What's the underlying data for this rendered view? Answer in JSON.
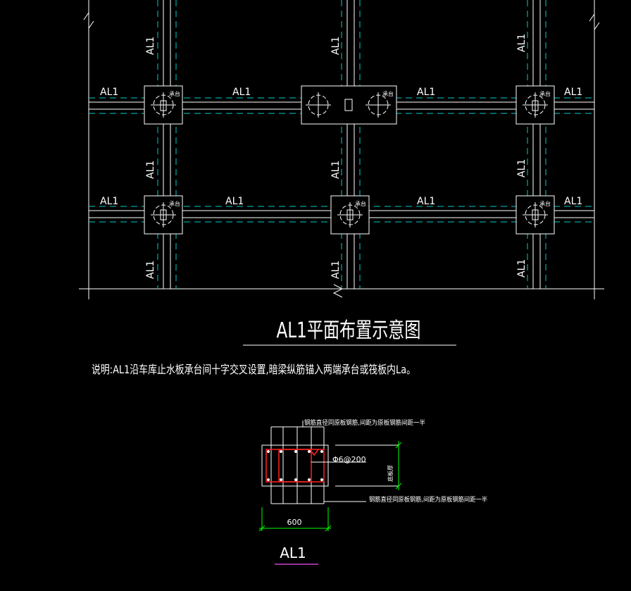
{
  "plan": {
    "beam_label": "AL1",
    "cap_label": "承台",
    "title": "AL1平面布置示意图",
    "description": "说明:AL1沿车库止水板承台间十字交叉设置,暗梁纵筋锚入两端承台或筏板内La。"
  },
  "section": {
    "top_note": "钢筋直径同原板钢筋,间距为原板钢筋间距一半",
    "bottom_note": "钢筋直径同原板钢筋,间距为原板钢筋间距一半",
    "stirrup": "Φ6@200",
    "height_label": "底板厚",
    "width_dim": "600",
    "label": "AL1"
  },
  "colors": {
    "background": "#000000",
    "lines": "#ffffff",
    "centerline": "#00cccc",
    "rebar": "#ff2222",
    "dimension": "#00ff00",
    "underline": "#cc44cc"
  }
}
